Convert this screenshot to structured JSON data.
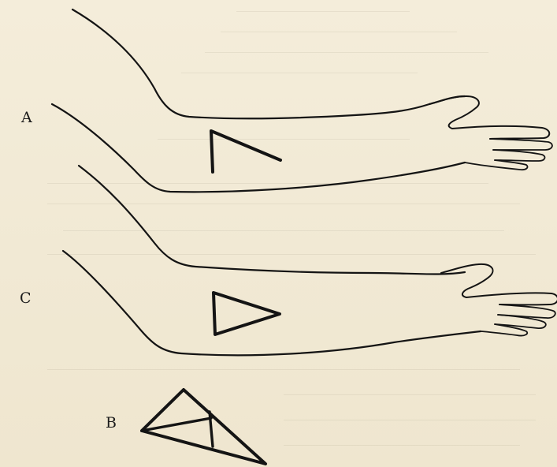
{
  "figure": {
    "labels": {
      "a": "A",
      "c": "C",
      "b": "B"
    },
    "ink_color": "#141414",
    "paper_color": "#f3ecd8"
  }
}
